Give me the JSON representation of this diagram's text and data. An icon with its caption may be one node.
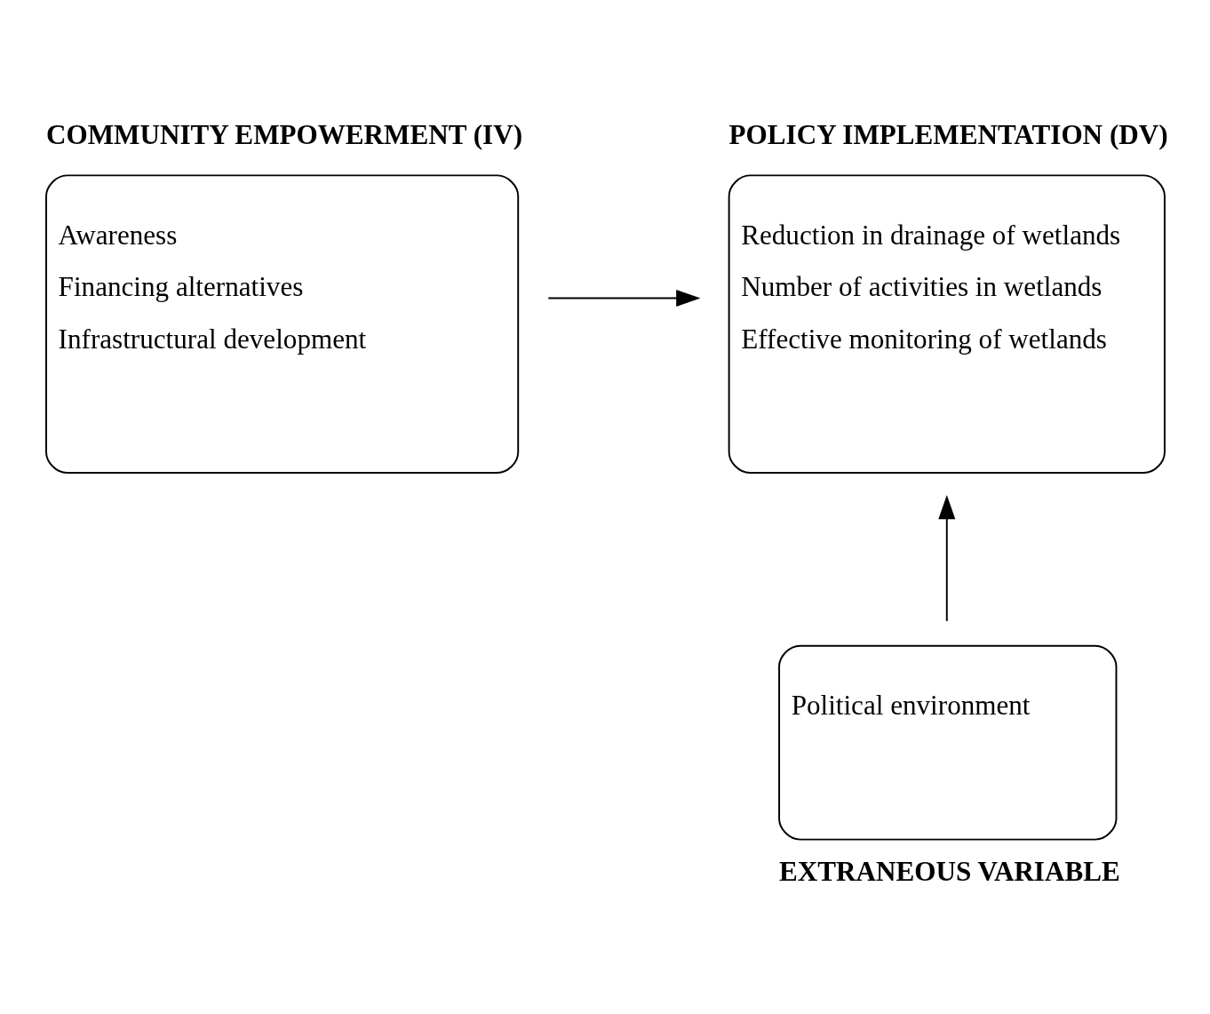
{
  "diagram": {
    "nodes": [
      {
        "text": [
          "COMMUNITY EMPOWERMENT (IV)",
          "Awareness",
          "Financing alternatives",
          "Infrastructural development"
        ]
      },
      {
        "text": [
          "POLICY IMPLEMENTATION (DV)",
          "Reduction in drainage of wetlands",
          "Number of activities in wetlands",
          "Effective monitoring of wetlands"
        ]
      },
      {
        "text": [
          "Political environment",
          "EXTRANEOUS VARIABLE"
        ]
      }
    ],
    "edges": [
      {
        "from": 0,
        "to": 1,
        "arrow": "to"
      },
      {
        "from": 2,
        "to": 1,
        "arrow": "to"
      }
    ]
  }
}
